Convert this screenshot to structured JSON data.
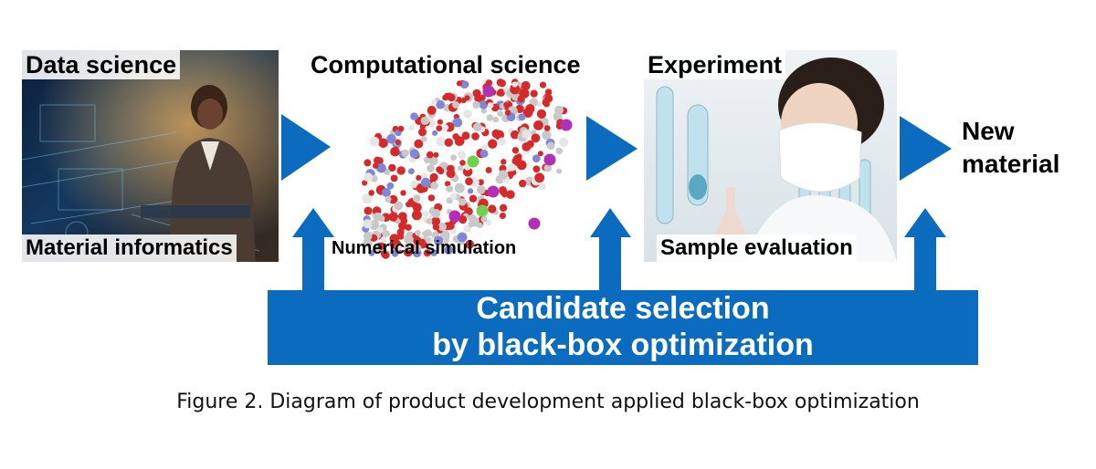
{
  "stages": [
    {
      "title": "Data science",
      "subtitle": "Material informatics"
    },
    {
      "title": "Computational science",
      "subtitle": "Numerical simulation"
    },
    {
      "title": "Experiment",
      "subtitle": "Sample evaluation"
    }
  ],
  "output": {
    "line1": "New",
    "line2": "material"
  },
  "feedback": {
    "line1": "Candidate selection",
    "line2": "by black-box optimization"
  },
  "caption": "Figure 2. Diagram of product development applied black-box optimization",
  "colors": {
    "arrow": "#0a6bbf",
    "box": "#0a6bbf",
    "text": "#000000",
    "box_text": "#ffffff"
  },
  "icons": [
    "right-arrow-icon",
    "up-arrow-icon"
  ]
}
